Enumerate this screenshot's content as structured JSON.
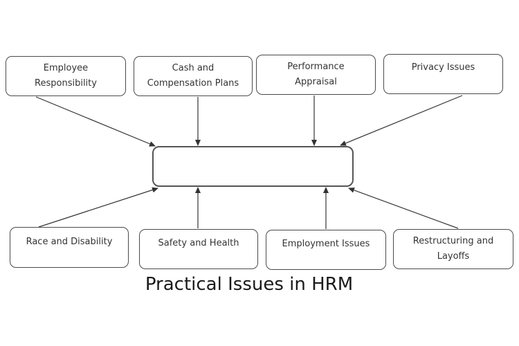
{
  "diagram": {
    "title": "Practical Issues in HRM",
    "center": "",
    "top_boxes": [
      "Employee\nResponsibility",
      "Cash and\nCompensation Plans",
      "Performance\nAppraisal",
      "Privacy Issues"
    ],
    "bottom_boxes": [
      "Race and Disability",
      "Safety and Health",
      "Employment Issues",
      "Restructuring and\nLayoffs"
    ],
    "colors": {
      "border": "#4a4a4a",
      "arrow": "#333333",
      "text": "#333333"
    }
  }
}
